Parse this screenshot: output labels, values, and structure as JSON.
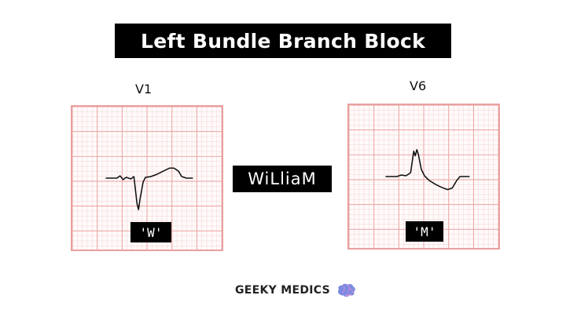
{
  "title": "Left Bundle Branch Block",
  "leads": {
    "left": {
      "name": "V1",
      "morphology": "'W'"
    },
    "right": {
      "name": "V6",
      "morphology": "'M'"
    }
  },
  "mnemonic": "WiLliaM",
  "logo": {
    "text": "GEEKY MEDICS",
    "icon": "brain-icon"
  },
  "colors": {
    "grid_major": "#e9a09f",
    "grid_minor": "#f6d2d1",
    "trace": "#111111",
    "label_bg": "#000000",
    "label_fg": "#ffffff"
  }
}
